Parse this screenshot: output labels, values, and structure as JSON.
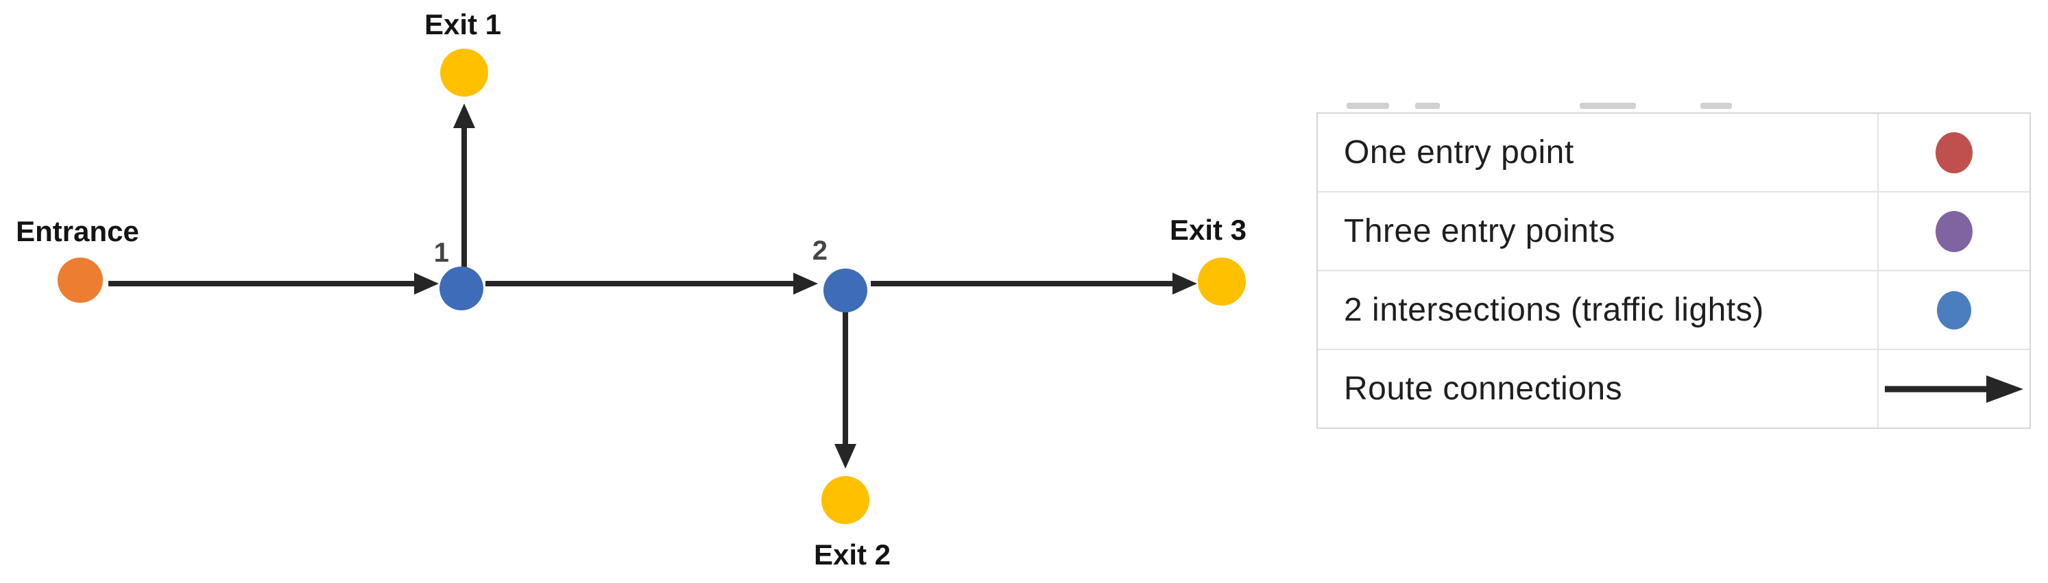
{
  "colors": {
    "background": "#ffffff",
    "entry_orange": "#ED7D31",
    "exit_yellow": "#FFC000",
    "intersection_blue": "#3E6CB8",
    "legend_red": "#C0504D",
    "legend_purple": "#8064A2",
    "legend_blue": "#4A7EBE",
    "arrow_black": "#262626",
    "legend_border": "#D6D6D6"
  },
  "diagram": {
    "entrance_label": "Entrance",
    "intersection1_label": "1",
    "intersection2_label": "2",
    "exit1_label": "Exit 1",
    "exit2_label": "Exit 2",
    "exit3_label": "Exit 3",
    "edges": [
      {
        "from": "Entrance",
        "to": "Intersection 1"
      },
      {
        "from": "Intersection 1",
        "to": "Exit 1"
      },
      {
        "from": "Intersection 1",
        "to": "Intersection 2"
      },
      {
        "from": "Intersection 2",
        "to": "Exit 2"
      },
      {
        "from": "Intersection 2",
        "to": "Exit 3"
      }
    ]
  },
  "legend": {
    "rows": [
      {
        "label": "One entry point",
        "symbol": "red-dot"
      },
      {
        "label": "Three entry points",
        "symbol": "purple-dot"
      },
      {
        "label": "2 intersections (traffic lights)",
        "symbol": "blue-dot"
      },
      {
        "label": "Route connections",
        "symbol": "right-arrow"
      }
    ]
  }
}
